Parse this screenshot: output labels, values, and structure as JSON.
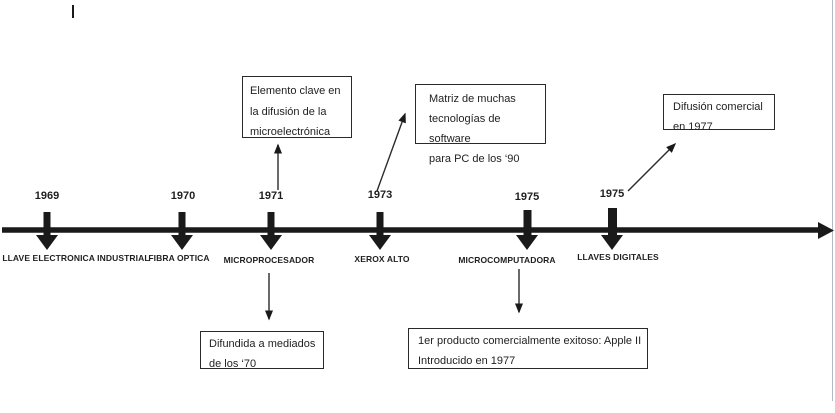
{
  "timeline": {
    "events": [
      {
        "year": "1969",
        "label": "LLAVE ELECTRONICA INDUSTRIAL"
      },
      {
        "year": "1970",
        "label": "FIBRA OPTICA"
      },
      {
        "year": "1971",
        "label": "MICROPROCESADOR"
      },
      {
        "year": "1973",
        "label": "XEROX ALTO"
      },
      {
        "year": "1975",
        "label": "MICROCOMPUTADORA"
      },
      {
        "year": "1975",
        "label": "LLAVES DIGITALES"
      }
    ]
  },
  "callouts": {
    "microprocesador_top": "Elemento clave en\nla difusión de la\nmicroelectrónica",
    "xerox_top": "Matriz de muchas\ntecnologías de software\npara PC de los ‘90",
    "llaves_top": "Difusión comercial\nen 1977",
    "microprocesador_bottom": "Difundida a mediados\nde los ‘70",
    "microcomputadora_bottom": "1er producto comercialmente exitoso: Apple II\nIntroducido en 1977"
  },
  "colors": {
    "ink": "#1a1a1a",
    "right_edge": "#b3bac4"
  }
}
